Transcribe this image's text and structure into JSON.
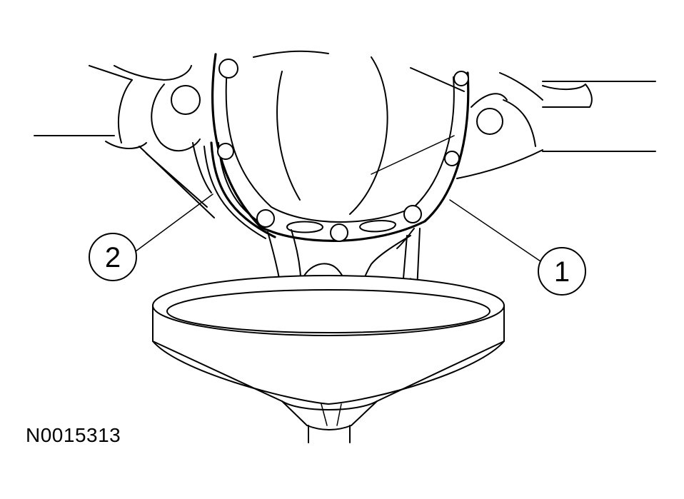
{
  "figure": {
    "id_label": "N0015313"
  },
  "callouts": [
    {
      "number": "1"
    },
    {
      "number": "2"
    }
  ]
}
